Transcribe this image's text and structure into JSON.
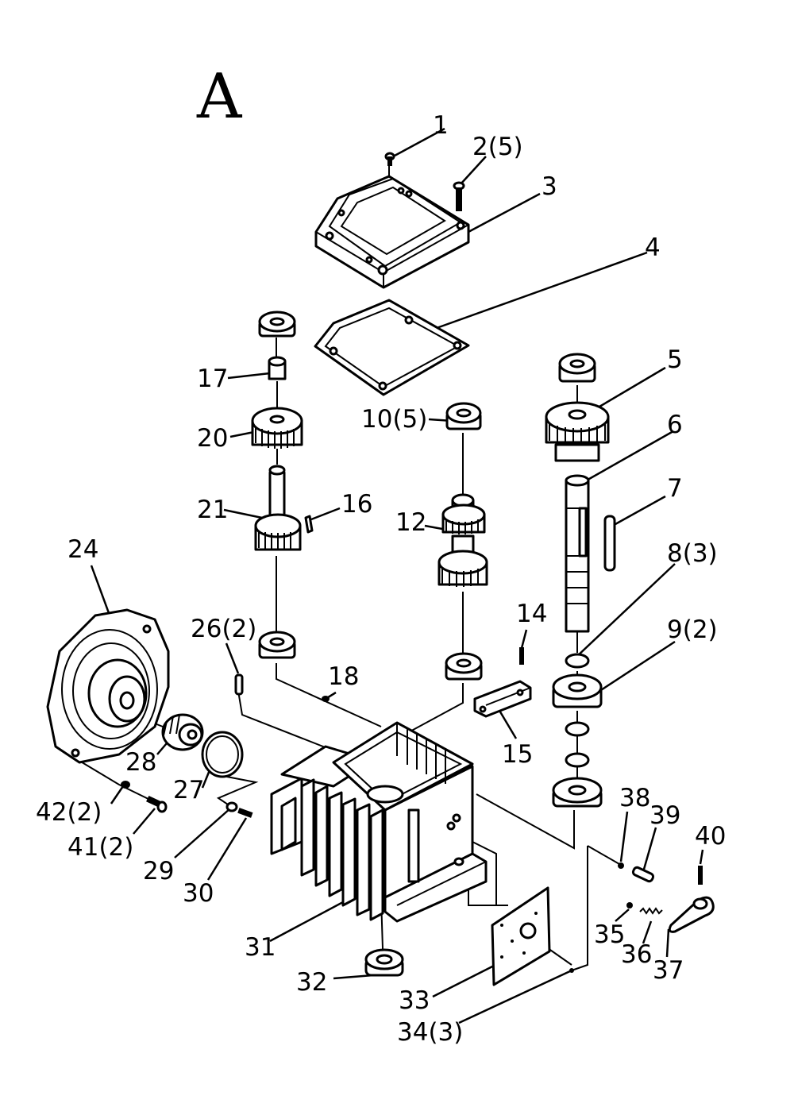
{
  "diagram": {
    "title": "A",
    "callouts": [
      {
        "id": "c1",
        "text": "1"
      },
      {
        "id": "c2",
        "text": "2(5)"
      },
      {
        "id": "c3",
        "text": "3"
      },
      {
        "id": "c4",
        "text": "4"
      },
      {
        "id": "c5",
        "text": "5"
      },
      {
        "id": "c6",
        "text": "6"
      },
      {
        "id": "c7",
        "text": "7"
      },
      {
        "id": "c8",
        "text": "8(3)"
      },
      {
        "id": "c9",
        "text": "9(2)"
      },
      {
        "id": "c10",
        "text": "10(5)"
      },
      {
        "id": "c12",
        "text": "12"
      },
      {
        "id": "c14",
        "text": "14"
      },
      {
        "id": "c15",
        "text": "15"
      },
      {
        "id": "c16",
        "text": "16"
      },
      {
        "id": "c17",
        "text": "17"
      },
      {
        "id": "c18",
        "text": "18"
      },
      {
        "id": "c20",
        "text": "20"
      },
      {
        "id": "c21",
        "text": "21"
      },
      {
        "id": "c24",
        "text": "24"
      },
      {
        "id": "c26",
        "text": "26(2)"
      },
      {
        "id": "c27",
        "text": "27"
      },
      {
        "id": "c28",
        "text": "28"
      },
      {
        "id": "c29",
        "text": "29"
      },
      {
        "id": "c30",
        "text": "30"
      },
      {
        "id": "c31",
        "text": "31"
      },
      {
        "id": "c32",
        "text": "32"
      },
      {
        "id": "c33",
        "text": "33"
      },
      {
        "id": "c34",
        "text": "34(3)"
      },
      {
        "id": "c35",
        "text": "35"
      },
      {
        "id": "c36",
        "text": "36"
      },
      {
        "id": "c37",
        "text": "37"
      },
      {
        "id": "c38",
        "text": "38"
      },
      {
        "id": "c39",
        "text": "39"
      },
      {
        "id": "c40",
        "text": "40"
      },
      {
        "id": "c41",
        "text": "41(2)"
      },
      {
        "id": "c42",
        "text": "42(2)"
      }
    ]
  }
}
